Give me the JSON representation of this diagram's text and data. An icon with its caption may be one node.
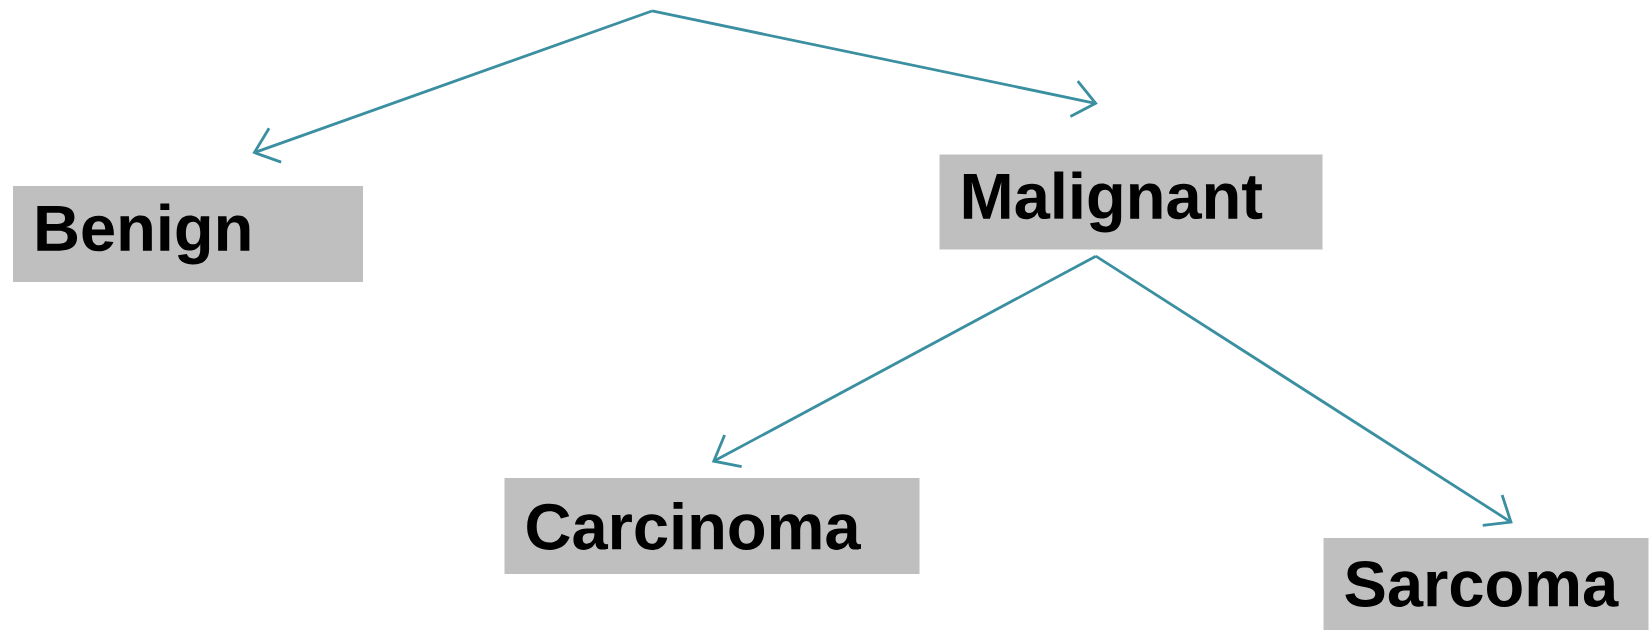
{
  "diagram": {
    "nodes": [
      {
        "text": [
          "Benign"
        ]
      },
      {
        "text": [
          "Malignant"
        ]
      },
      {
        "text": [
          "Carcinoma"
        ]
      },
      {
        "text": [
          "Sarcoma"
        ]
      }
    ],
    "edges": [
      {
        "from": null,
        "to": 0,
        "arrow": "to"
      },
      {
        "from": null,
        "to": 1,
        "arrow": "to"
      },
      {
        "from": 1,
        "to": 2,
        "arrow": "to"
      },
      {
        "from": 1,
        "to": 3,
        "arrow": "to"
      }
    ]
  }
}
